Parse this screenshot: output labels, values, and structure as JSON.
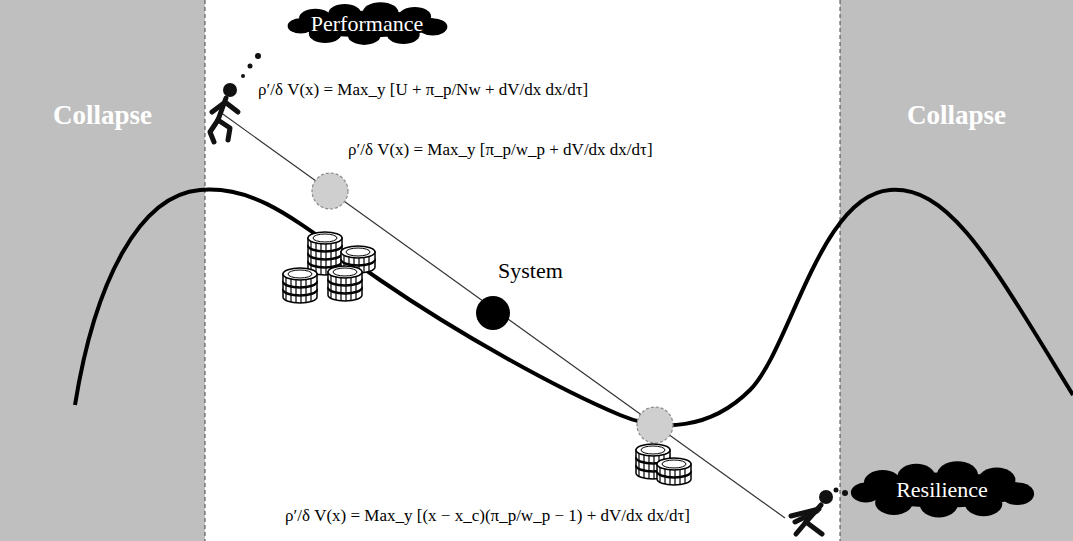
{
  "diagram": {
    "nodes": [
      {
        "text": [
          "Collapse"
        ]
      },
      {
        "text": [
          "Performance"
        ]
      },
      {
        "text": [
          "Collapse"
        ]
      },
      {
        "text": [
          "System"
        ]
      },
      {
        "text": [
          "Resilience"
        ]
      }
    ],
    "labels": [
      "ρ′/δ V(x) = Max_y [U + π_p/Nw + dV/dx dx/dτ]",
      "ρ′/δ V(x) = Max_y [π_p/w_p + dV/dx dx/dτ]",
      "ρ′/δ V(x) = Max_y [(x − x_c)(π_p/w_p − 1) + dV/dx dx/dτ]"
    ]
  }
}
